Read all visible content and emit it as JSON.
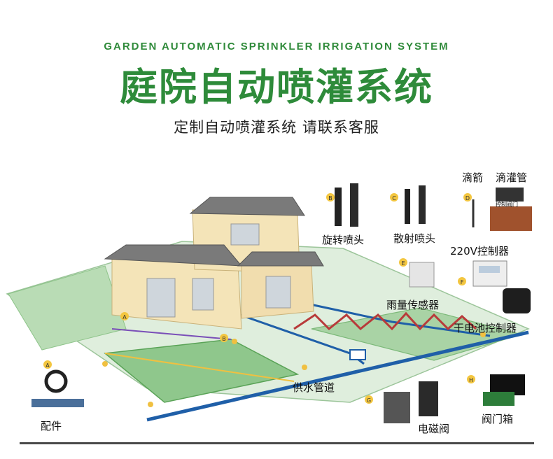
{
  "header": {
    "title_en": "GARDEN AUTOMATIC SPRINKLER IRRIGATION SYSTEM",
    "title_cn": "庭院自动喷灌系统",
    "subtitle": "定制自动喷灌系统  请联系客服"
  },
  "components": {
    "rotary_sprinkler": "旋转喷头",
    "spray_sprinkler": "散射喷头",
    "drip_arrow": "滴箭",
    "drip_pipe": "滴灌管",
    "control_valve": "控制阀门",
    "controller_220v": "220V控制器",
    "rain_sensor": "雨量传感器",
    "battery_controller": "干电池控制器",
    "supply_pipe": "供水管道",
    "accessories": "配件",
    "solenoid_valve": "电磁阀",
    "valve_box": "阀门箱"
  },
  "markers": {
    "a": "A",
    "b": "B",
    "c": "C",
    "d": "D",
    "e": "E",
    "f": "F",
    "g": "G",
    "h": "H"
  },
  "colors": {
    "brand_green": "#2e8b3a",
    "lawn": "#c9e3c6",
    "main_pipe": "#1f5fa8",
    "drip_line": "#b83a3a",
    "wall": "#f4e4b8",
    "roof": "#7a7a7a"
  }
}
